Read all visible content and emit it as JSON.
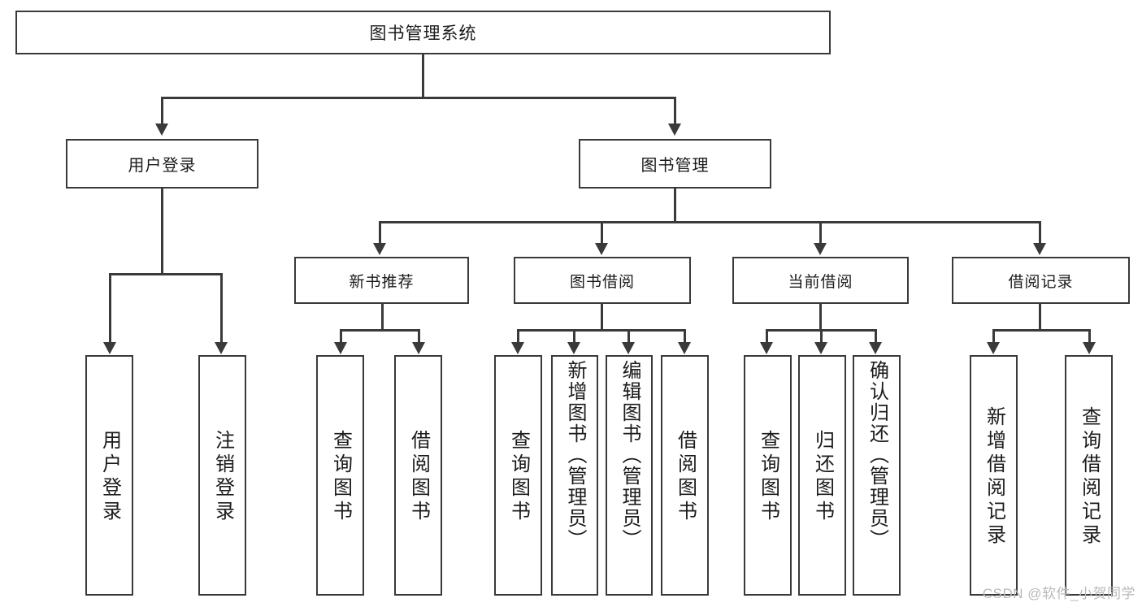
{
  "diagram": {
    "title": "图书管理系统",
    "watermark": "CSDN @软件_小贺同学",
    "accent_color": "#3a3a3a",
    "background_color": "#ffffff"
  },
  "nodes": {
    "root": {
      "label": "图书管理系统"
    },
    "level1": [
      {
        "label": "用户登录"
      },
      {
        "label": "图书管理"
      }
    ],
    "level2": [
      {
        "label": "新书推荐"
      },
      {
        "label": "图书借阅"
      },
      {
        "label": "当前借阅"
      },
      {
        "label": "借阅记录"
      }
    ],
    "user_login_leaves": [
      {
        "label": "用户登录"
      },
      {
        "label": "注销登录"
      }
    ],
    "new_book_leaves": [
      {
        "label": "查询图书"
      },
      {
        "label": "借阅图书"
      }
    ],
    "book_borrow_leaves": [
      {
        "label": "查询图书"
      },
      {
        "label": "新增图书（管理员）"
      },
      {
        "label": "编辑图书（管理员）"
      },
      {
        "label": "借阅图书"
      }
    ],
    "current_borrow_leaves": [
      {
        "label": "查询图书"
      },
      {
        "label": "归还图书"
      },
      {
        "label": "确认归还（管理员）"
      }
    ],
    "borrow_record_leaves": [
      {
        "label": "新增借阅记录"
      },
      {
        "label": "查询借阅记录"
      }
    ]
  }
}
